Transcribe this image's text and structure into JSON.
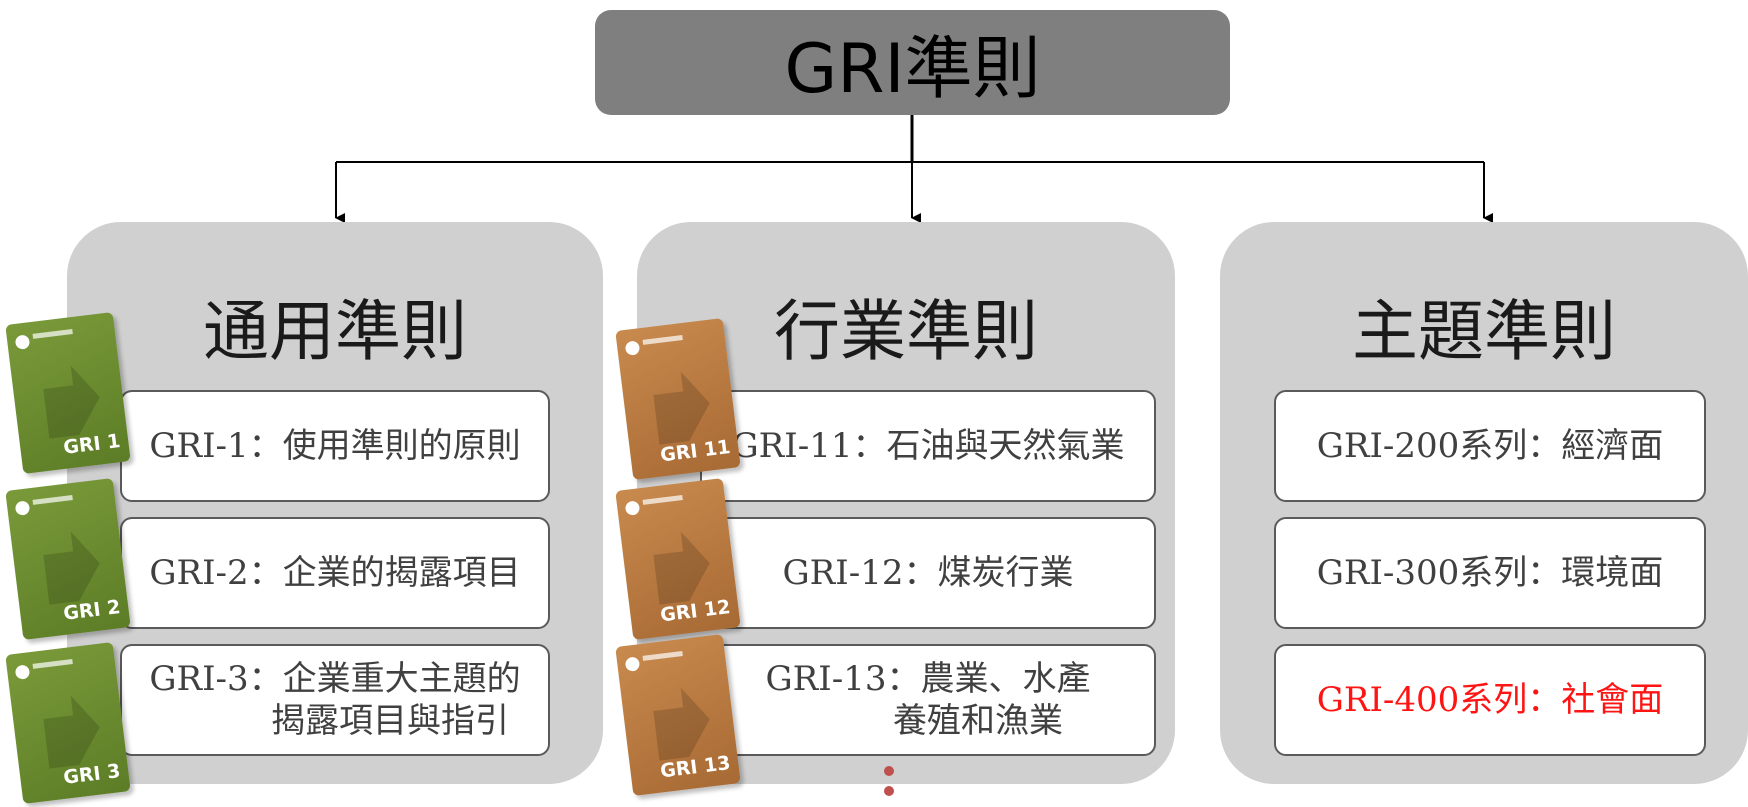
{
  "root": {
    "title": "GRI準則"
  },
  "columns": [
    {
      "title": "通用準則",
      "items": [
        {
          "code": "GRI-1",
          "sep": "：",
          "text": "使用準則的原則"
        },
        {
          "code": "GRI-2",
          "sep": "：",
          "text": "企業的揭露項目"
        },
        {
          "code": "GRI-3",
          "sep": "：",
          "text": "企業重大主題的",
          "text2": "揭露項目與指引"
        }
      ],
      "books": [
        "GRI 1",
        "GRI 2",
        "GRI 3"
      ]
    },
    {
      "title": "行業準則",
      "items": [
        {
          "code": "GRI-11",
          "sep": "：",
          "text": "石油與天然氣業"
        },
        {
          "code": "GRI-12",
          "sep": "：",
          "text": "煤炭行業"
        },
        {
          "code": "GRI-13",
          "sep": "：",
          "text": "農業、水產",
          "text2": "養殖和漁業"
        }
      ],
      "books": [
        "GRI 11",
        "GRI 12",
        "GRI 13"
      ]
    },
    {
      "title": "主題準則",
      "items": [
        {
          "code": "GRI-200系列",
          "sep": "：",
          "text": "經濟面"
        },
        {
          "code": "GRI-300系列",
          "sep": "：",
          "text": "環境面"
        },
        {
          "code": "GRI-400系列",
          "sep": "：",
          "text": "社會面",
          "highlight": "#ff1414"
        }
      ]
    }
  ],
  "colors": {
    "header": "#7f7f7f",
    "panel": "#d0d0d0",
    "general_book": "#6b8e2f",
    "sector_book": "#b8783f",
    "highlight": "#ff1414"
  }
}
